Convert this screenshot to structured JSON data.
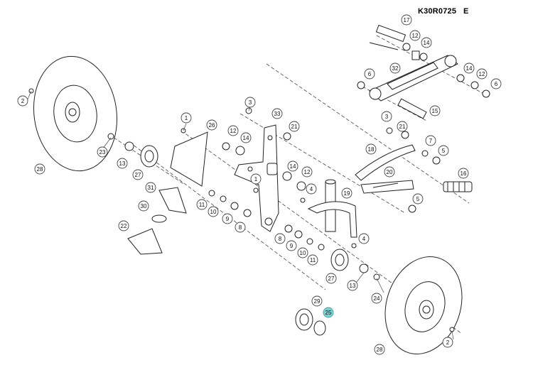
{
  "header": {
    "ref_code": "K30R0725",
    "revision": "E"
  },
  "highlighted_part": "25",
  "highlight_color": "#7ecfcf",
  "callouts": {
    "c17": "17",
    "c12a": "12",
    "c14a": "14",
    "c6a": "6",
    "c32": "32",
    "c14b": "14",
    "c12b": "12",
    "c6b": "6",
    "c15": "15",
    "c3a": "3",
    "c21a": "21",
    "c7": "7",
    "c5a": "5",
    "c18": "18",
    "c20": "20",
    "c16": "16",
    "c5b": "5",
    "c2a": "2",
    "c23": "23",
    "c13a": "13",
    "c27a": "27",
    "c28a": "28",
    "c3b": "3",
    "c33": "33",
    "c1a": "1",
    "c26": "26",
    "c12c": "12",
    "c14c": "14",
    "c21b": "21",
    "c14d": "14",
    "c12d": "12",
    "c1b": "1",
    "c4a": "4",
    "c19": "19",
    "c31": "31",
    "c11a": "11",
    "c10a": "10",
    "c9a": "9",
    "c8a": "8",
    "c30": "30",
    "c22": "22",
    "c8b": "8",
    "c9b": "9",
    "c10b": "10",
    "c11b": "11",
    "c4b": "4",
    "c27b": "27",
    "c13b": "13",
    "c24": "24",
    "c29": "29",
    "c25": "25",
    "c2b": "2",
    "c28b": "28"
  }
}
